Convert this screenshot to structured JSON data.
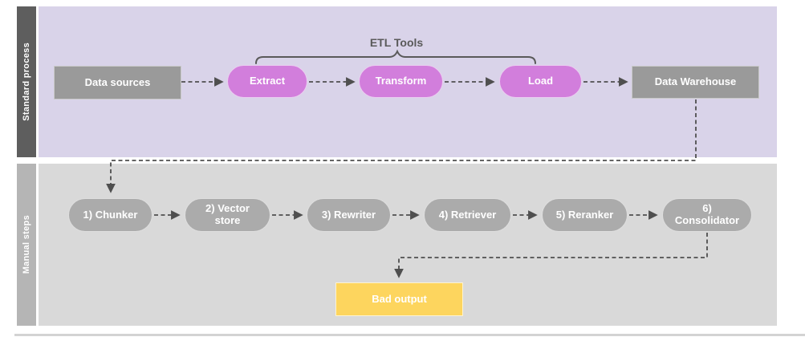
{
  "diagram": {
    "bracket": {
      "label": "ETL Tools",
      "spans": [
        "Extract",
        "Transform",
        "Load"
      ]
    },
    "lanes": [
      {
        "label": "Standard process",
        "bar_color": "#5E5E5E",
        "bg_color": "#D9D3E9"
      },
      {
        "label": "Manual steps",
        "bar_color": "#B5B5B5",
        "bg_color": "#D9D9D9"
      }
    ],
    "nodes": [
      {
        "id": "data-sources",
        "label": "Data sources",
        "shape": "rectangle",
        "fill": "#9A9A9A",
        "lane": "Standard process"
      },
      {
        "id": "extract",
        "label": "Extract",
        "shape": "pill",
        "fill": "#D27EDC",
        "lane": "Standard process"
      },
      {
        "id": "transform",
        "label": "Transform",
        "shape": "pill",
        "fill": "#D27EDC",
        "lane": "Standard process"
      },
      {
        "id": "load",
        "label": "Load",
        "shape": "pill",
        "fill": "#D27EDC",
        "lane": "Standard process"
      },
      {
        "id": "data-warehouse",
        "label": "Data Warehouse",
        "shape": "rectangle",
        "fill": "#9A9A9A",
        "lane": "Standard process"
      },
      {
        "id": "chunker",
        "label": "1) Chunker",
        "shape": "pill",
        "fill": "#ABABAB",
        "lane": "Manual steps"
      },
      {
        "id": "vector-store",
        "label": "2) Vector store",
        "shape": "pill",
        "fill": "#ABABAB",
        "lane": "Manual steps"
      },
      {
        "id": "rewriter",
        "label": "3) Rewriter",
        "shape": "pill",
        "fill": "#ABABAB",
        "lane": "Manual steps"
      },
      {
        "id": "retriever",
        "label": "4) Retriever",
        "shape": "pill",
        "fill": "#ABABAB",
        "lane": "Manual steps"
      },
      {
        "id": "reranker",
        "label": "5) Reranker",
        "shape": "pill",
        "fill": "#ABABAB",
        "lane": "Manual steps"
      },
      {
        "id": "consolidator",
        "label": "6) Consolidator",
        "shape": "pill",
        "fill": "#ABABAB",
        "lane": "Manual steps"
      },
      {
        "id": "bad-output",
        "label": "Bad output",
        "shape": "rectangle",
        "fill": "#FDD55E",
        "lane": "Manual steps"
      }
    ],
    "edges": [
      {
        "from": "data-sources",
        "to": "extract",
        "style": "dashed-arrow"
      },
      {
        "from": "extract",
        "to": "transform",
        "style": "dashed-arrow"
      },
      {
        "from": "transform",
        "to": "load",
        "style": "dashed-arrow"
      },
      {
        "from": "load",
        "to": "data-warehouse",
        "style": "dashed-arrow"
      },
      {
        "from": "data-warehouse",
        "to": "chunker",
        "style": "dashed-arrow"
      },
      {
        "from": "chunker",
        "to": "vector-store",
        "style": "dashed-arrow"
      },
      {
        "from": "vector-store",
        "to": "rewriter",
        "style": "dashed-arrow"
      },
      {
        "from": "rewriter",
        "to": "retriever",
        "style": "dashed-arrow"
      },
      {
        "from": "retriever",
        "to": "reranker",
        "style": "dashed-arrow"
      },
      {
        "from": "reranker",
        "to": "consolidator",
        "style": "dashed-arrow"
      },
      {
        "from": "consolidator",
        "to": "bad-output",
        "style": "dashed-arrow"
      }
    ],
    "connector_color": "#4F4F4F"
  }
}
